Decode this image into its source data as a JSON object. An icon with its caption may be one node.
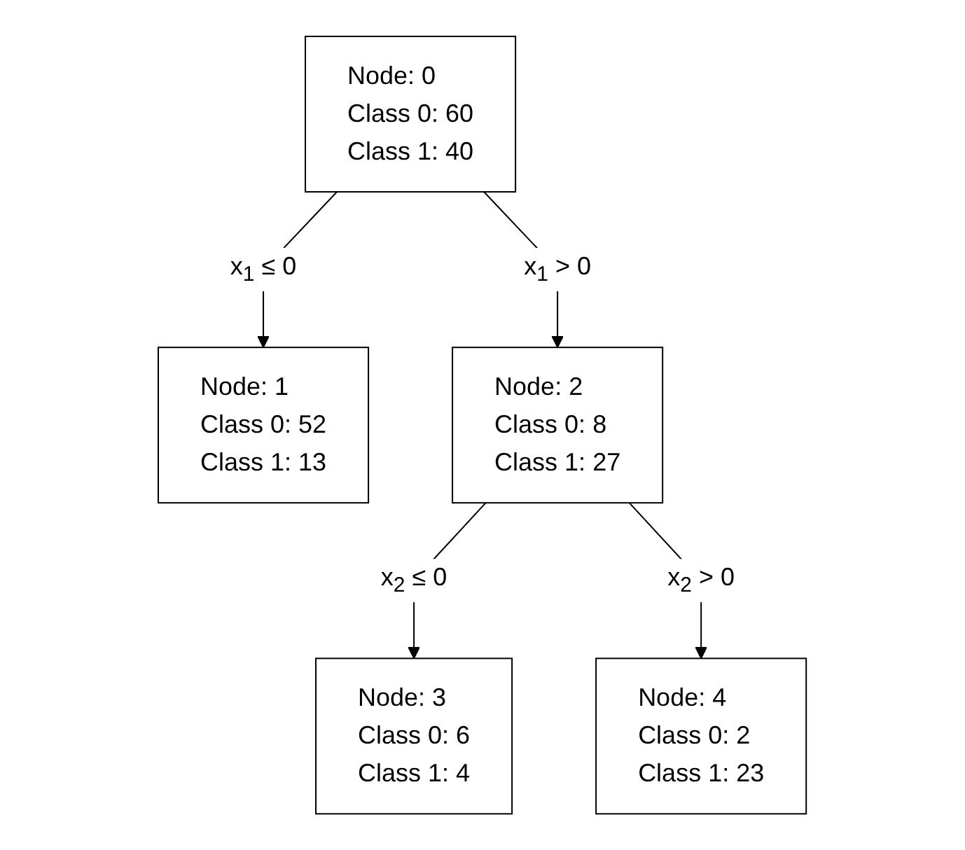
{
  "diagram": {
    "nodes": [
      {
        "text": [
          "Node: 0",
          "Class 0: 60",
          "Class 1: 40"
        ]
      },
      {
        "text": [
          "Node: 1",
          "Class 0: 52",
          "Class 1: 13"
        ]
      },
      {
        "text": [
          "Node: 2",
          "Class 0: 8",
          "Class 1: 27"
        ]
      },
      {
        "text": [
          "Node: 3",
          "Class 0: 6",
          "Class 1: 4"
        ]
      },
      {
        "text": [
          "Node: 4",
          "Class 0: 2",
          "Class 1: 23"
        ]
      }
    ],
    "edges": [
      {
        "from": 0,
        "to": 1,
        "arrow": "to",
        "label": "x$_{1}$ ≤ 0"
      },
      {
        "from": 0,
        "to": 2,
        "arrow": "to",
        "label": "x$_{1}$ > 0"
      },
      {
        "from": 2,
        "to": 3,
        "arrow": "to",
        "label": "x$_{2}$ ≤ 0"
      },
      {
        "from": 2,
        "to": 4,
        "arrow": "to",
        "label": "x$_{2}$ > 0"
      }
    ]
  }
}
